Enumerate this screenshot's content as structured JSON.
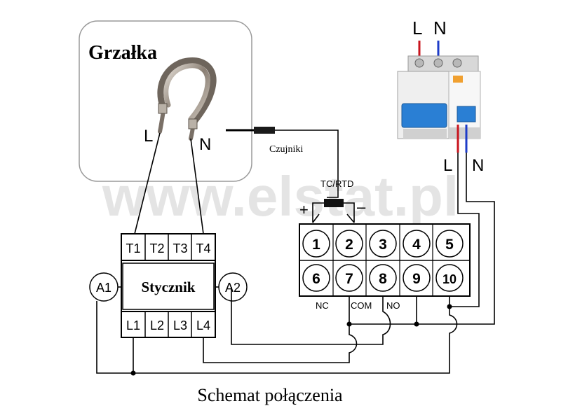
{
  "watermark": "www.elstat.pl",
  "heater": {
    "title": "Grzałka",
    "terminal_l": "L",
    "terminal_n": "N"
  },
  "sensor": {
    "label": "Czujniki",
    "input_label": "TC/RTD",
    "plus": "+",
    "minus": "–"
  },
  "breaker": {
    "top_l": "L",
    "top_n": "N",
    "bottom_l": "L",
    "bottom_n": "N"
  },
  "contactor": {
    "title": "Stycznik",
    "top_terminals": [
      "T1",
      "T2",
      "T3",
      "T4"
    ],
    "bottom_terminals": [
      "L1",
      "L2",
      "L3",
      "L4"
    ],
    "coil_left": "A1",
    "coil_right": "A2"
  },
  "controller": {
    "top_row": [
      "1",
      "2",
      "3",
      "4",
      "5"
    ],
    "bottom_row": [
      "6",
      "7",
      "8",
      "9",
      "10"
    ],
    "nc_label": "NC",
    "com_label": "COM",
    "no_label": "NO"
  },
  "caption": "Schemat połączenia",
  "colors": {
    "phase": "#c8141e",
    "neutral": "#1e3cc8",
    "breaker_blue": "#2a7fd4",
    "watermark": "#d9d9d9"
  }
}
